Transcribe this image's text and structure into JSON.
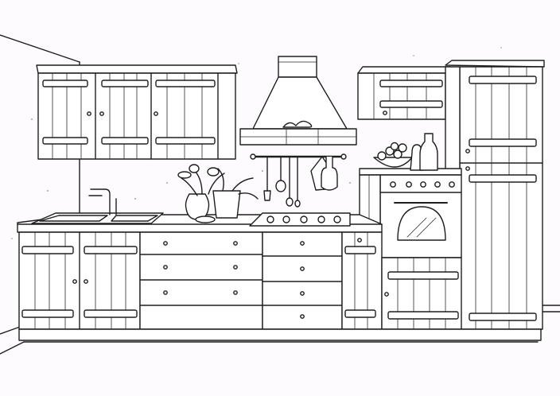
{
  "scene": {
    "subject": "kitchen-line-drawing",
    "colors": {
      "ink": "#1e1e1e",
      "paper": "#ffffff",
      "background": "#fdfbfd"
    },
    "objects": [
      "upper-cabinet-left",
      "range-hood",
      "upper-cabinet-right",
      "utensil-rail",
      "tall-pantry-cabinet",
      "flower-vase",
      "sink",
      "gas-hob",
      "oven",
      "fruit-bowl",
      "base-cabinets"
    ]
  }
}
